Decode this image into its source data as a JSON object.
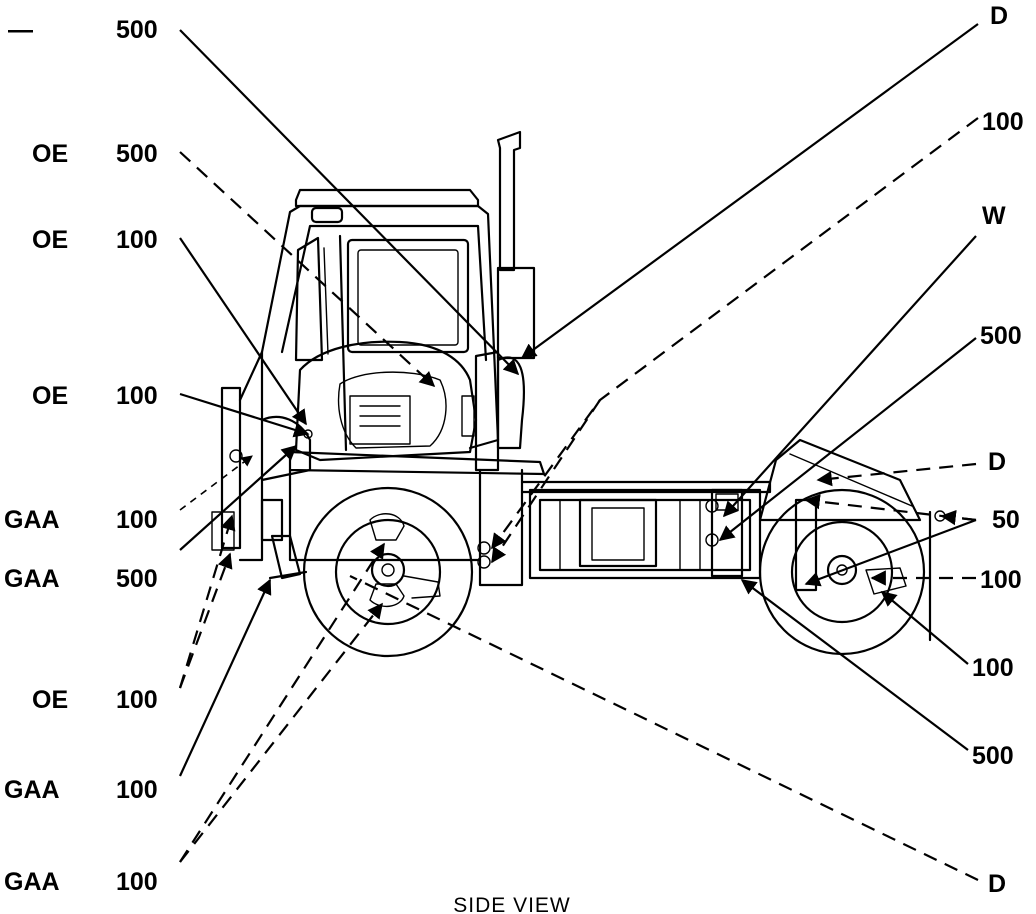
{
  "caption": "SIDE VIEW",
  "callouts_left": [
    {
      "interval": "—",
      "quantity": "500"
    },
    {
      "interval": "OE",
      "quantity": "500"
    },
    {
      "interval": "OE",
      "quantity": "100"
    },
    {
      "interval": "OE",
      "quantity": "100"
    },
    {
      "interval": "GAA",
      "quantity": "100"
    },
    {
      "interval": "GAA",
      "quantity": "500"
    },
    {
      "interval": "OE",
      "quantity": "100"
    },
    {
      "interval": "GAA",
      "quantity": "100"
    },
    {
      "interval": "GAA",
      "quantity": "100"
    }
  ],
  "callouts_right": [
    {
      "label": "D"
    },
    {
      "label": "100"
    },
    {
      "label": "W"
    },
    {
      "label": "500"
    },
    {
      "label": "D"
    },
    {
      "label": "50"
    },
    {
      "label": "100"
    },
    {
      "label": "100"
    },
    {
      "label": "500"
    },
    {
      "label": "D"
    }
  ],
  "colors": {
    "ink": "#000000",
    "background": "#ffffff"
  }
}
